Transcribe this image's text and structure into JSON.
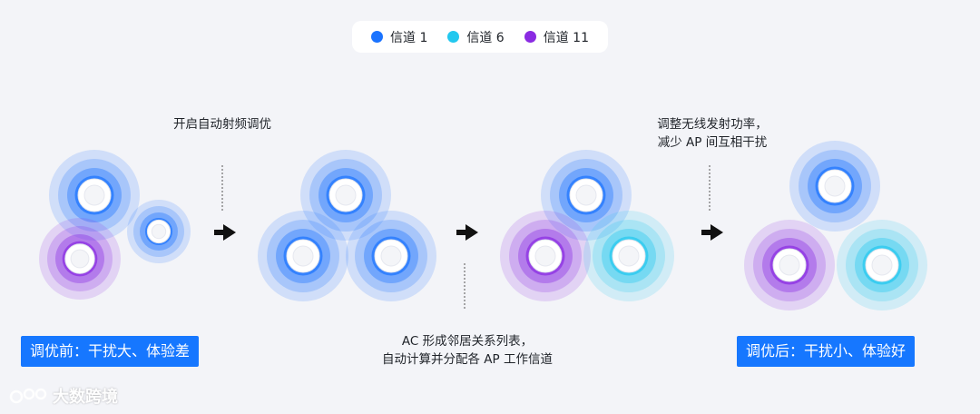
{
  "legend": {
    "items": [
      {
        "label": "信道 1",
        "color": "#1a73ff"
      },
      {
        "label": "信道 6",
        "color": "#22c8ef"
      },
      {
        "label": "信道 11",
        "color": "#8a2be2"
      }
    ]
  },
  "captions": {
    "step1": "开启自动射频调优",
    "step2_line1": "AC 形成邻居关系列表，",
    "step2_line2": "自动计算并分配各 AP 工作信道",
    "step3_line1": "调整无线发射功率，",
    "step3_line2": "减少 AP 间互相干扰"
  },
  "tags": {
    "before": "调优前：干扰大、体验差",
    "after": "调优后：干扰小、体验好"
  },
  "watermark": "大数跨境"
}
